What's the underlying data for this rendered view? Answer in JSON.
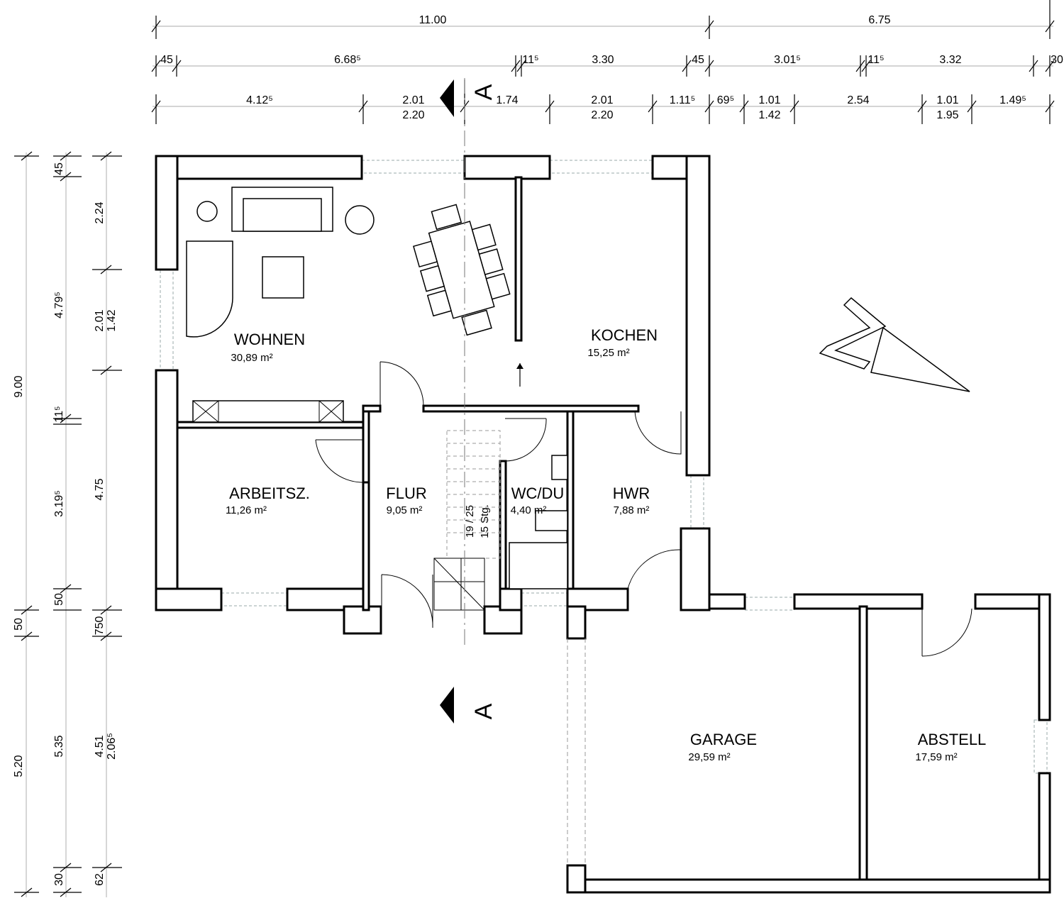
{
  "plan": {
    "rooms": [
      {
        "name": "WOHNEN",
        "area": "30,89 m²"
      },
      {
        "name": "KOCHEN",
        "area": "15,25 m²"
      },
      {
        "name": "ARBEITSZ.",
        "area": "11,26 m²"
      },
      {
        "name": "FLUR",
        "area": "9,05 m²"
      },
      {
        "name": "WC/DU",
        "area": "4,40 m²"
      },
      {
        "name": "HWR",
        "area": "7,88 m²"
      },
      {
        "name": "GARAGE",
        "area": "29,59 m²"
      },
      {
        "name": "ABSTELL",
        "area": "17,59 m²"
      }
    ],
    "stairs": {
      "ratio": "19 / 25",
      "steps": "15 Stg."
    },
    "section_label": "A"
  },
  "dims": {
    "top_row1": [
      "11.00",
      "6.75"
    ],
    "top_row2": [
      "45",
      "6.68⁵",
      "11⁵",
      "3.30",
      "45",
      "3.01⁵",
      "11⁵",
      "3.32",
      "30"
    ],
    "top_row3": [
      "4.12⁵",
      "2.01",
      "2.20",
      "1.74",
      "2.01",
      "2.20",
      "1.11⁵",
      "69⁵",
      "1.01",
      "1.42",
      "2.54",
      "1.01",
      "1.95",
      "1.49⁵"
    ],
    "left_col1": [
      "9.00",
      "50",
      "5.20"
    ],
    "left_col2": [
      "45",
      "4.79⁵",
      "11⁵",
      "3.19⁵",
      "50",
      "5.35",
      "30"
    ],
    "left_col3": [
      "2.24",
      "2.01",
      "1.42",
      "4.75",
      "750",
      "4.51",
      "2.06⁵",
      "62"
    ]
  }
}
